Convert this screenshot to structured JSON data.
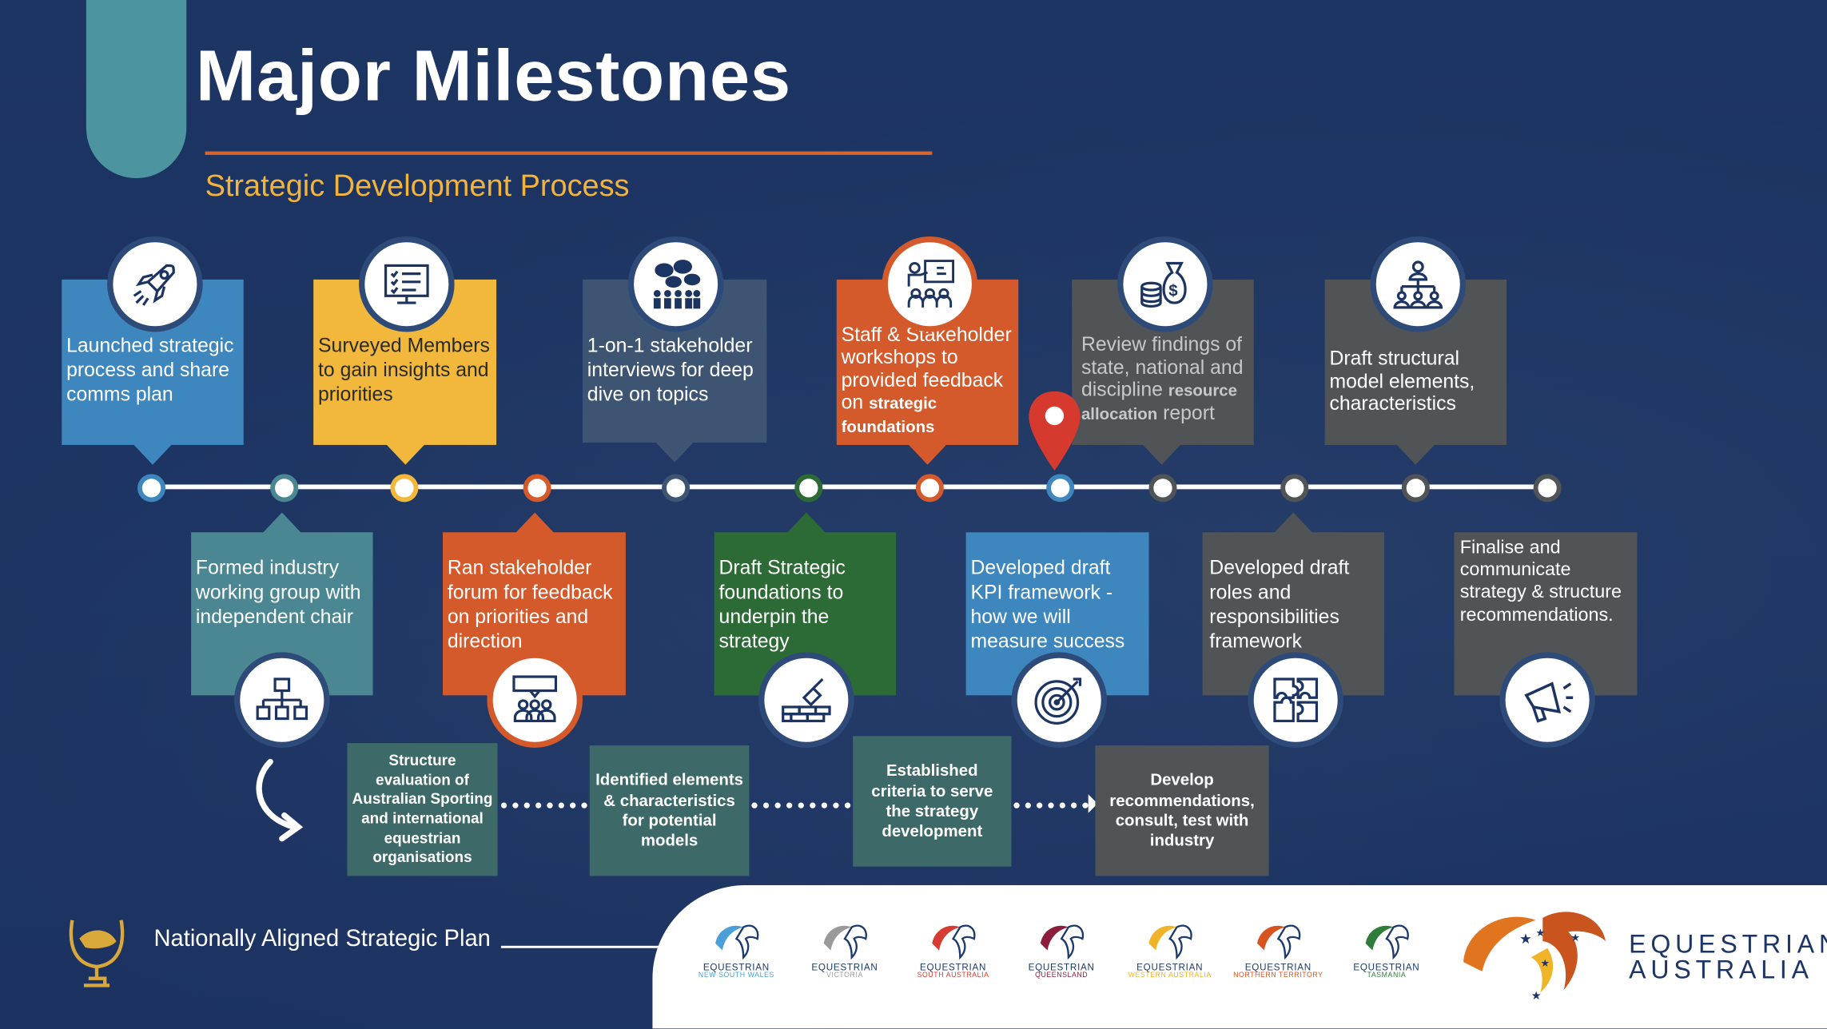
{
  "header": {
    "title": "Major Milestones",
    "subtitle": "Strategic Development Process"
  },
  "colors": {
    "blue": "#3d86be",
    "yellow": "#f1b83b",
    "slate": "#3d5572",
    "orange": "#d45a2b",
    "grey": "#515456",
    "teal": "#4a8792",
    "green": "#2d6b36",
    "process": "#3d6a68",
    "navy": "#1c3461"
  },
  "milestones_top": [
    {
      "text": "Launched strategic process and share comms plan",
      "icon": "rocket-icon"
    },
    {
      "text": "Surveyed Members to gain insights and priorities",
      "icon": "survey-monitor-icon"
    },
    {
      "text": "1-on-1 stakeholder interviews for deep dive on topics",
      "icon": "speech-bubbles-people-icon"
    },
    {
      "text_a": "Staff & Stakeholder workshops to provided feedback on ",
      "text_b": "strategic foundations",
      "icon": "presentation-group-icon"
    },
    {
      "text_a": "Review findings of state, national and discipline ",
      "text_b": "resource allocation",
      "text_c": " report",
      "icon": "money-bag-icon"
    },
    {
      "text": "Draft structural model elements, characteristics",
      "icon": "org-chart-people-icon"
    }
  ],
  "milestones_bottom": [
    {
      "text": "Formed industry working group with independent chair",
      "icon": "hierarchy-icon"
    },
    {
      "text": "Ran stakeholder forum for feedback on priorities and direction",
      "icon": "forum-audience-icon"
    },
    {
      "text": "Draft Strategic foundations to underpin the strategy",
      "icon": "trowel-bricks-icon"
    },
    {
      "text": "Developed draft KPI framework - how we will measure success",
      "icon": "target-icon"
    },
    {
      "text": "Developed draft roles and responsibilities framework",
      "icon": "puzzle-icon"
    },
    {
      "text": "Finalise and communicate strategy & structure recommendations.",
      "icon": "megaphone-icon"
    }
  ],
  "process": [
    "Structure evaluation of Australian Sporting and international equestrian organisations",
    "Identified elements & characteristics for potential models",
    "Established criteria to serve the strategy development",
    "Develop recommendations, consult, test with industry"
  ],
  "current_marker": "location-pin-icon",
  "footer": {
    "label": "Nationally Aligned Strategic Plan",
    "states": [
      {
        "name": "EQUESTRIAN",
        "sub": "NEW SOUTH WALES",
        "color": "#4a9fd8"
      },
      {
        "name": "EQUESTRIAN",
        "sub": "VICTORIA",
        "color": "#9a9a9a"
      },
      {
        "name": "EQUESTRIAN",
        "sub": "SOUTH AUSTRALIA",
        "color": "#d63c2f"
      },
      {
        "name": "EQUESTRIAN",
        "sub": "QUEENSLAND",
        "color": "#8c1d3c"
      },
      {
        "name": "EQUESTRIAN",
        "sub": "WESTERN AUSTRALIA",
        "color": "#f0b429"
      },
      {
        "name": "EQUESTRIAN",
        "sub": "NORTHERN TERRITORY",
        "color": "#d9531e"
      },
      {
        "name": "EQUESTRIAN",
        "sub": "TASMANIA",
        "color": "#2f7d3a"
      }
    ],
    "brand_line1": "EQUESTRIAN",
    "brand_line2": "AUSTRALIA"
  }
}
